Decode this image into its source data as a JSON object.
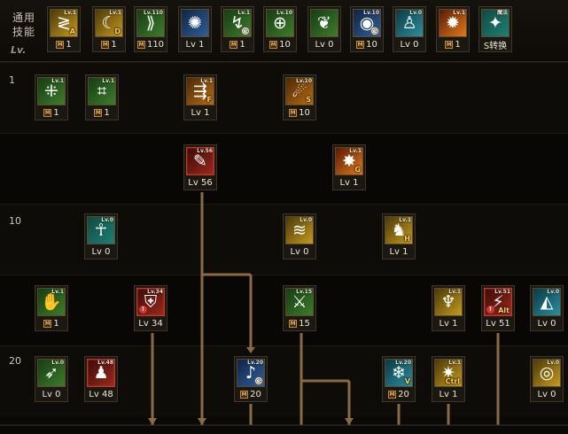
{
  "header": {
    "label_line1": "通用",
    "label_line2": "技能",
    "label_lv": "Lv."
  },
  "general_skills": [
    {
      "icon": "claw-slash-icon",
      "glyph": "≷",
      "bg": "bg-yellow",
      "mini": "Lv.1",
      "hot": "A",
      "level": "1",
      "badge": "M"
    },
    {
      "icon": "crescent-kick-icon",
      "glyph": "☾",
      "bg": "bg-yellow",
      "mini": "Lv.1",
      "hot": "D",
      "level": "1",
      "badge": "M"
    },
    {
      "icon": "dash-figure-icon",
      "glyph": "⟫",
      "bg": "bg-green",
      "mini": "Lv.110",
      "hot": "",
      "level": "110",
      "badge": "M"
    },
    {
      "icon": "wing-burst-icon",
      "glyph": "✺",
      "bg": "bg-blue",
      "mini": "",
      "hot": "",
      "level": "Lv 1",
      "badge": ""
    },
    {
      "icon": "swift-step-icon",
      "glyph": "↯",
      "bg": "bg-green",
      "mini": "Lv.1",
      "hot": "",
      "level": "1",
      "badge": "M",
      "clock": true
    },
    {
      "icon": "target-aim-icon",
      "glyph": "⊕",
      "bg": "bg-green",
      "mini": "Lv.10",
      "hot": "",
      "level": "10",
      "badge": "M"
    },
    {
      "icon": "leaf-guard-icon",
      "glyph": "❦",
      "bg": "bg-green",
      "mini": "",
      "hot": "",
      "level": "Lv 0",
      "badge": ""
    },
    {
      "icon": "eye-vision-icon",
      "glyph": "◉",
      "bg": "bg-blue",
      "mini": "Lv.10",
      "hot": "",
      "level": "10",
      "badge": "M",
      "clock": true
    },
    {
      "icon": "body-aura-icon",
      "glyph": "♙",
      "bg": "bg-cyan",
      "mini": "Lv.0",
      "hot": "",
      "level": "Lv 0",
      "badge": ""
    },
    {
      "icon": "fire-rush-icon",
      "glyph": "✹",
      "bg": "bg-fire",
      "mini": "Lv.1",
      "hot": "",
      "level": "1",
      "badge": "M"
    },
    {
      "icon": "magic-swap-icon",
      "glyph": "✦",
      "bg": "bg-teal",
      "mini": "魔法",
      "hot": "",
      "level": "S转换",
      "badge": ""
    }
  ],
  "levels": {
    "lv1": "1",
    "lv10": "10",
    "lv20": "20"
  },
  "tree_skills": [
    {
      "name": "row1-skill-1",
      "icon": "cross-strike-icon",
      "glyph": "⁜",
      "bg": "bg-green",
      "mini": "Lv.1",
      "hot": "",
      "level": "1",
      "badge": "M"
    },
    {
      "name": "row1-skill-2",
      "icon": "grid-burst-icon",
      "glyph": "⌗",
      "bg": "bg-green",
      "mini": "Lv.1",
      "hot": "",
      "level": "1",
      "badge": "M"
    },
    {
      "name": "row1-skill-3",
      "icon": "flame-kick-icon",
      "glyph": "⇶",
      "bg": "bg-orange",
      "mini": "Lv.1",
      "hot": "F",
      "level": "Lv 1",
      "badge": ""
    },
    {
      "name": "row1-skill-4",
      "icon": "sun-slash-icon",
      "glyph": "☄",
      "bg": "bg-orange",
      "mini": "Lv.10",
      "hot": "S",
      "level": "10",
      "badge": "M"
    },
    {
      "name": "row2-skill-1",
      "icon": "red-claw-icon",
      "glyph": "✎",
      "bg": "bg-red",
      "mini": "Lv.56",
      "hot": "",
      "level": "Lv 56",
      "badge": "",
      "red": true
    },
    {
      "name": "row2-skill-2",
      "icon": "fire-punch-icon",
      "glyph": "✸",
      "bg": "bg-fire",
      "mini": "Lv.1",
      "hot": "G",
      "level": "Lv 1",
      "badge": ""
    },
    {
      "name": "row3-skill-1",
      "icon": "spirit-figure-icon",
      "glyph": "☥",
      "bg": "bg-teal",
      "mini": "Lv.0",
      "hot": "",
      "level": "Lv 0",
      "badge": ""
    },
    {
      "name": "row3-skill-2",
      "icon": "flare-wave-icon",
      "glyph": "≋",
      "bg": "bg-yellow",
      "mini": "Lv.0",
      "hot": "",
      "level": "Lv 0",
      "badge": ""
    },
    {
      "name": "row3-skill-3",
      "icon": "golden-dragon-icon",
      "glyph": "♞",
      "bg": "bg-yellow",
      "mini": "Lv.1",
      "hot": "H",
      "level": "Lv 1",
      "badge": ""
    },
    {
      "name": "row4-skill-1",
      "icon": "palm-strike-icon",
      "glyph": "✋",
      "bg": "bg-green",
      "mini": "Lv.1",
      "hot": "",
      "level": "1",
      "badge": "M"
    },
    {
      "name": "row4-skill-2",
      "icon": "shield-crest-icon",
      "glyph": "⛨",
      "bg": "bg-red",
      "mini": "Lv.34",
      "hot": "",
      "level": "Lv 34",
      "badge": "",
      "red": true,
      "warn": true
    },
    {
      "name": "row4-skill-3",
      "icon": "twin-blade-icon",
      "glyph": "⚔",
      "bg": "bg-green",
      "mini": "Lv.15",
      "hot": "",
      "level": "15",
      "badge": "M"
    },
    {
      "name": "row4-skill-4",
      "icon": "golden-spike-icon",
      "glyph": "♆",
      "bg": "bg-yellow",
      "mini": "Lv.1",
      "hot": "",
      "level": "Lv 1",
      "badge": ""
    },
    {
      "name": "row4-skill-5",
      "icon": "flame-spear-icon",
      "glyph": "⚡",
      "bg": "bg-red",
      "mini": "Lv.51",
      "hot": "Alt",
      "level": "Lv 51",
      "badge": "",
      "red": true,
      "warn": true
    },
    {
      "name": "row4-skill-6",
      "icon": "alien-mask-icon",
      "glyph": "◭",
      "bg": "bg-cyan",
      "mini": "Lv.0",
      "hot": "",
      "level": "Lv 0",
      "badge": ""
    },
    {
      "name": "row5-skill-1",
      "icon": "leaf-dash-icon",
      "glyph": "➶",
      "bg": "bg-green",
      "mini": "Lv.0",
      "hot": "",
      "level": "Lv 0",
      "badge": ""
    },
    {
      "name": "row5-skill-2",
      "icon": "red-spirit-icon",
      "glyph": "♟",
      "bg": "bg-red",
      "mini": "Lv.48",
      "hot": "",
      "level": "Lv 48",
      "badge": "",
      "red": true
    },
    {
      "name": "row5-skill-3",
      "icon": "music-note-icon",
      "glyph": "♪",
      "bg": "bg-blue",
      "mini": "Lv.20",
      "hot": "",
      "level": "20",
      "badge": "M",
      "clock": true
    },
    {
      "name": "row5-skill-4",
      "icon": "ice-slash-icon",
      "glyph": "❄",
      "bg": "bg-cyan",
      "mini": "Lv.20",
      "hot": "V",
      "level": "20",
      "badge": "M"
    },
    {
      "name": "row5-skill-5",
      "icon": "ctrl-burst-icon",
      "glyph": "✷",
      "bg": "bg-yellow",
      "mini": "Lv.1",
      "hot": "Ctrl",
      "level": "Lv 1",
      "badge": ""
    },
    {
      "name": "row5-skill-6",
      "icon": "golden-ring-icon",
      "glyph": "◎",
      "bg": "bg-yellow",
      "mini": "Lv.0",
      "hot": "",
      "level": "Lv 0",
      "badge": ""
    }
  ]
}
